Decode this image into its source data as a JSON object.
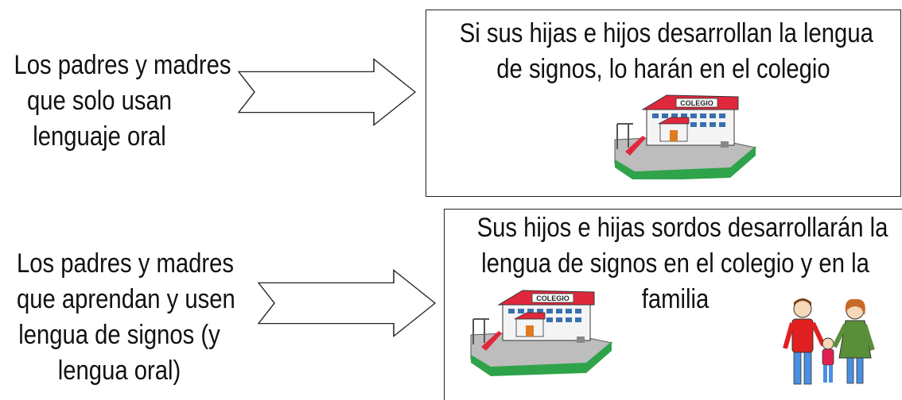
{
  "rows": [
    {
      "left_lines": [
        "Los padres y madres",
        "que solo usan",
        "lenguaje oral"
      ],
      "box_lines": [
        "Si sus hijas e hijos desarrollan la lengua",
        "de signos, lo harán en el colegio"
      ],
      "school_sign": "COLEGIO"
    },
    {
      "left_lines": [
        "Los padres y madres",
        "que aprendan y usen",
        "lengua de signos (y",
        "lengua oral)"
      ],
      "box_lines": [
        "Sus hijos e hijas sordos desarrollarán la",
        "lengua de signos en el colegio y en la",
        "familia"
      ],
      "school_sign": "COLEGIO"
    }
  ],
  "colors": {
    "roof": "#e0283c",
    "building": "#f4f4f4",
    "window": "#3a6fb0",
    "grass": "#2fa34a",
    "ground": "#bdbdbd",
    "door": "#e07a1f",
    "man_shirt": "#e02020",
    "woman_dress": "#5a8f3a",
    "child_shirt": "#e02050",
    "pants": "#4a90e2",
    "hair": "#7a3e14"
  }
}
